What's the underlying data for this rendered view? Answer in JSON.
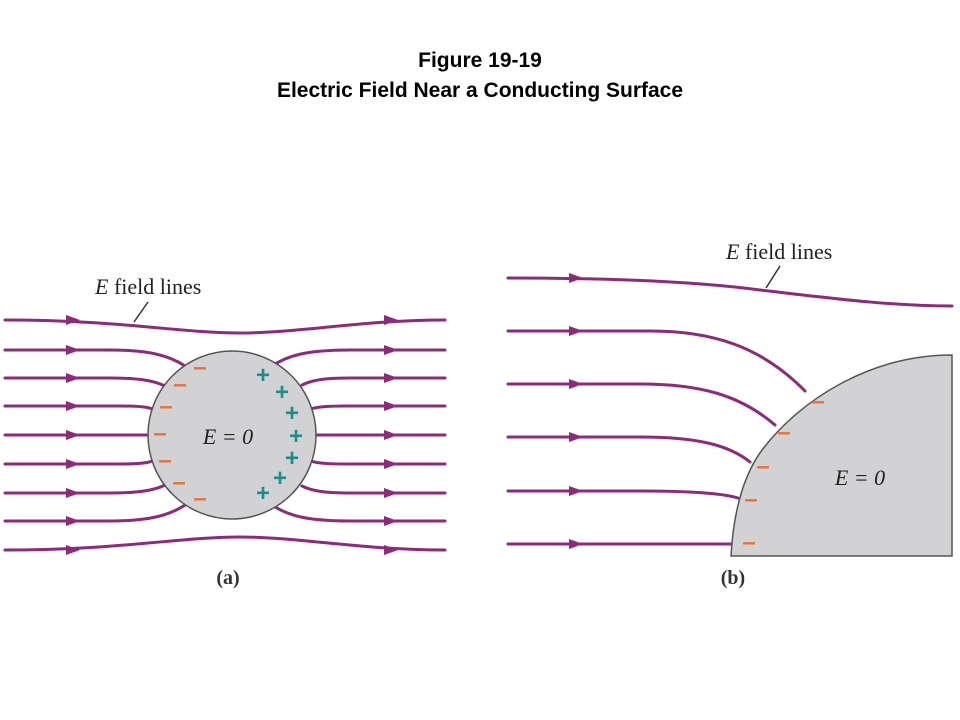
{
  "figure": {
    "number": "Figure 19-19",
    "title": "Electric Field Near a Conducting Surface"
  },
  "colors": {
    "field_line": "#8e2a7a",
    "conductor_fill": "#d2d2d4",
    "conductor_edge": "#555555",
    "negative_charge": "#e8703a",
    "positive_charge": "#1a8f8a"
  },
  "panel_a": {
    "caption": "(a)",
    "field_label_italic": "E",
    "field_label_rest": " field lines",
    "inside_label": "E = 0",
    "negative_symbol": "–",
    "positive_symbol": "+"
  },
  "panel_b": {
    "caption": "(b)",
    "field_label_italic": "E",
    "field_label_rest": " field lines",
    "inside_label": "E = 0",
    "negative_symbol": "–"
  }
}
